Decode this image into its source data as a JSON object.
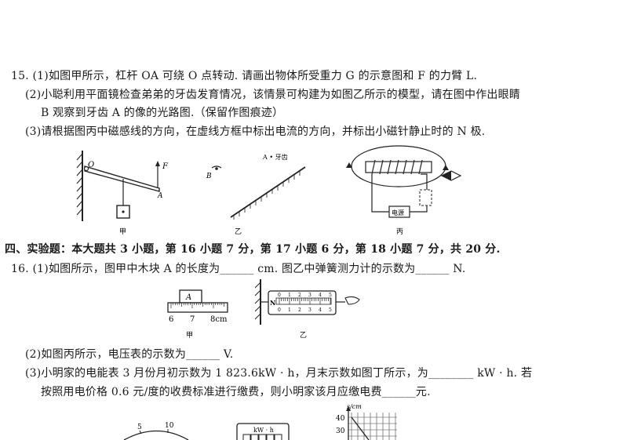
{
  "q15": {
    "p1": "15. (1)如图甲所示，杠杆 OA 可绕 O 点转动. 请画出物体所受重力 G 的示意图和 F 的力臂 L.",
    "p2a": "(2)小聪利用平面镜检查弟弟的牙齿发育情况，该情景可构建为如图乙所示的模型，请在图中作出眼睛",
    "p2b": "B 观察到牙齿 A 的像的光路图.（保留作图痕迹）",
    "p3": "(3)请根据图丙中磁感线的方向，在虚线方框中标出电流的方向，并标出小磁针静止时的 N 极.",
    "fig_jia": {
      "label_o": "O",
      "label_f": "F",
      "label_a": "A",
      "caption": "甲"
    },
    "fig_yi": {
      "label_a": "A • 牙齿",
      "label_b": "B",
      "caption": "乙"
    },
    "fig_bing": {
      "power": "电源",
      "caption": "丙"
    }
  },
  "section4": {
    "title": "四、实验题：本大题共 3 小题，第 16 小题 7 分，第 17 小题 6 分，第 18 小题 7 分，共 20 分."
  },
  "q16": {
    "p1": "16. (1)如图所示，图甲中木块 A 的长度为______ cm. 图乙中弹簧测力计的示数为______ N.",
    "ruler": {
      "block": "A",
      "t6": "6",
      "t7": "7",
      "t8": "8cm",
      "caption": "甲"
    },
    "scale": {
      "n": "N",
      "ticks": [
        "0",
        "1",
        "2",
        "3",
        "4",
        "5"
      ],
      "caption": "乙"
    },
    "p2": "(2)如图丙所示，电压表的示数为______ V.",
    "p3a": "(3)小明家的电能表 3 月份月初示数为 1 823.6kW · h，月末示数如图丁所示，为________ kW · h. 若",
    "p3b": "按照用电价格 0.6 元/度的收费标准进行缴费，则小明家该月应缴电费______元.",
    "bottom": {
      "v5": "5",
      "v10": "10",
      "meter": "kW · h",
      "yunit": "s/cm",
      "y40": "40",
      "y30": "30"
    }
  }
}
